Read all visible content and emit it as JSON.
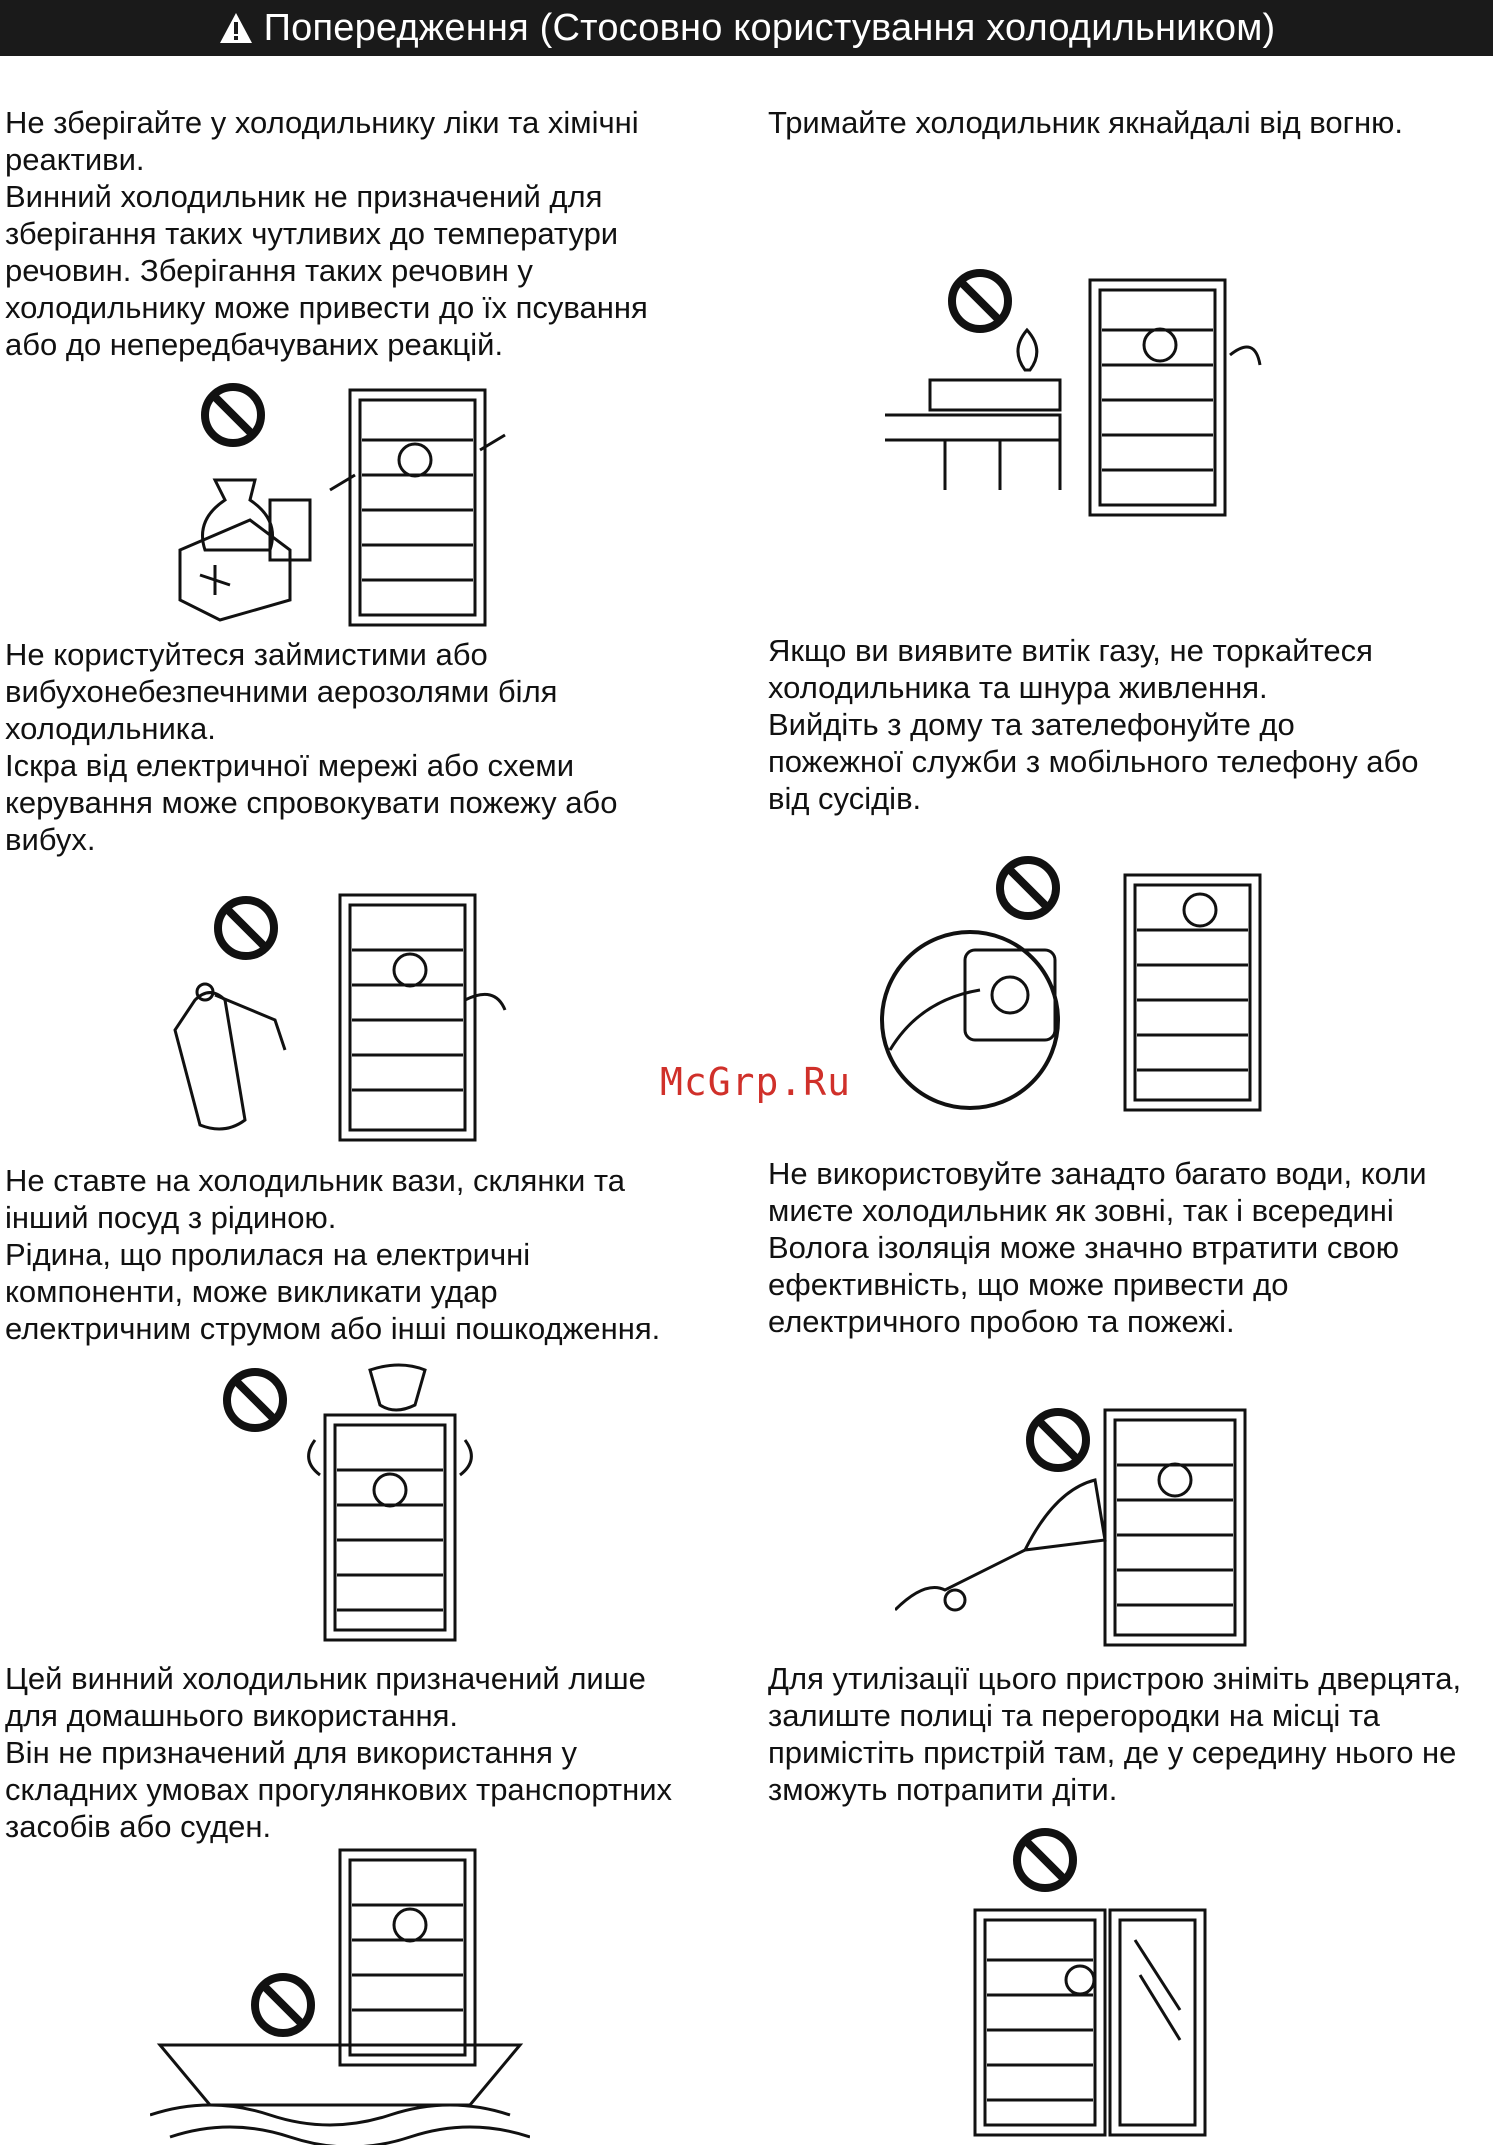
{
  "header": {
    "title": "Попередження (Стосовно користування холодильником)",
    "icon": "warning-triangle-icon"
  },
  "watermark": "McGrp.Ru",
  "left": [
    {
      "text": "Не зберігайте у холодильнику ліки та хімічні\nреактиви.\nВинний холодильник не призначений для\nзберігання таких чутливих до температури\nречовин. Зберігання таких речовин у\nхолодильнику може привести до їх псування\nабо до непередбачуваних реакцій."
    },
    {
      "text": "Не користуйтеся займистими або\nвибухонебезпечними аерозолями біля\nхолодильника.\nІскра від електричної мережі або схеми\nкерування може спровокувати пожежу або\nвибух."
    },
    {
      "text": "Не ставте на холодильник вази, склянки та\nінший посуд з рідиною.\nРідина, що пролилася на електричні\nкомпоненти, може викликати удар\nелектричним струмом або інші пошкодження."
    },
    {
      "text": "Цей винний холодильник призначений лише\nдля домашнього використання.\nВін не призначений для використання у\nскладних умовах прогулянкових транспортних\nзасобів або суден."
    }
  ],
  "right": [
    {
      "text": "Тримайте холодильник якнайдалі від вогню."
    },
    {
      "text": "Якщо ви виявите витік газу, не торкайтеся\nхолодильника та шнура живлення.\nВийдіть з дому та зателефонуйте до\nпожежної служби з мобільного телефону або\nвід сусідів."
    },
    {
      "text": "Не використовуйте занадто багато води, коли\nмиєте холодильник як зовні, так і всередині\nВолога ізоляція може значно втратити свою\nефективність, що може привести до\nелектричного пробою та пожежі."
    },
    {
      "text": "Для утилізації цього пристрою зніміть дверцята,\nзалиште полиці та перегородки на місці та\nпримістіть пристрій там, де у середину нього не\nзможуть потрапити діти."
    }
  ],
  "colors": {
    "header_bg": "#1a1a1a",
    "watermark": "#d0302a",
    "ink": "#111111"
  }
}
